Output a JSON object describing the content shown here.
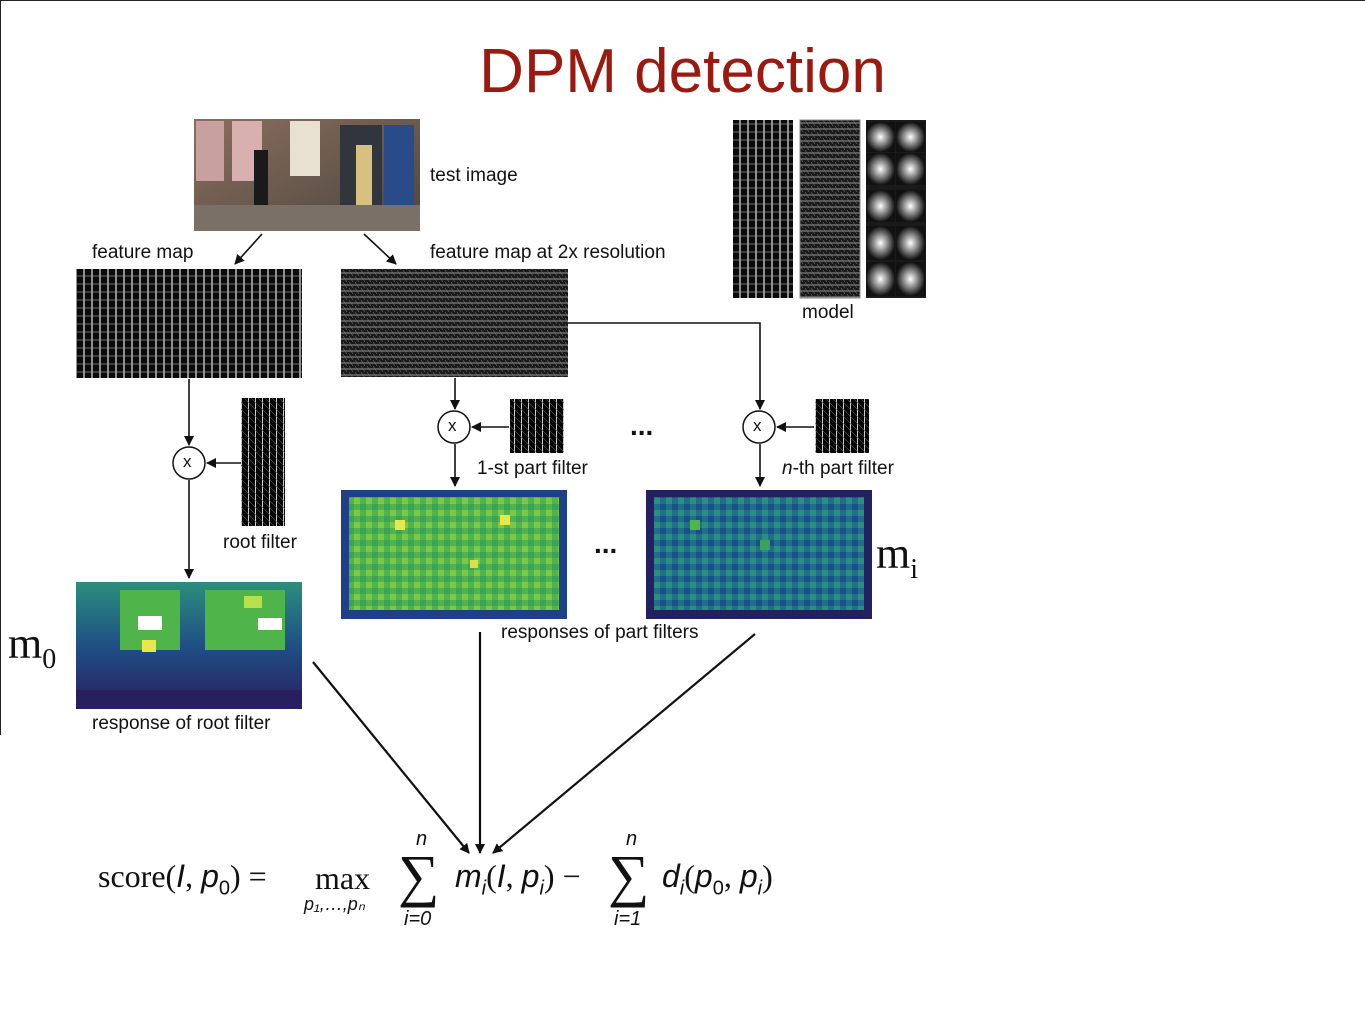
{
  "title": "DPM detection",
  "labels": {
    "test_image": "test image",
    "feature_map": "feature map",
    "feature_map_2x": "feature map at 2x resolution",
    "model": "model",
    "root_filter": "root filter",
    "part_filter_first": "1-st part filter",
    "part_filter_nth_n": "n",
    "part_filter_nth_rest": "-th part filter",
    "responses_part": "responses of part filters",
    "response_root": "response of root filter",
    "ellipsis": "...",
    "multiply": "x"
  },
  "math": {
    "m0_base": "m",
    "m0_sub": "0",
    "mi_base": "m",
    "mi_sub": "i"
  },
  "formula": {
    "score": "score",
    "max": "max",
    "max_sub": "p₁,…,pₙ",
    "sum1_top": "n",
    "sum1_bottom": "i=0",
    "sum2_top": "n",
    "sum2_bottom": "i=1",
    "sum_symbol": "∑",
    "term1_fn": "m",
    "term1_sub": "i",
    "term2_fn": "d",
    "term2_sub": "i",
    "eq": "=",
    "minus": "−"
  },
  "colors": {
    "title": "#9a1a10",
    "arrow": "#111111",
    "heatmap_dark": "#22205e",
    "heatmap_mid": "#1f7f8a",
    "heatmap_hot": "#7ed34a"
  }
}
